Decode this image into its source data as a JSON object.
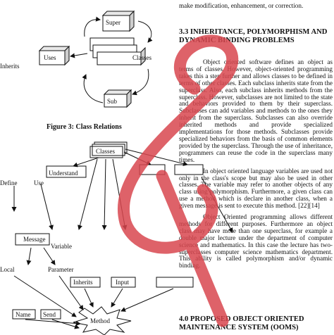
{
  "top_line": "make modification, enhancement, or correction.",
  "figure": {
    "caption": "Figure 3: Class Relations",
    "upper": {
      "super": "Super",
      "uses": "Uses",
      "classes": "Classes",
      "sub": "Sub",
      "inherits": "Inherits"
    },
    "lower": {
      "classes": "Classes",
      "understand": "Understand",
      "define": "Define",
      "use": "Use",
      "message": "Message",
      "variable": "Variable",
      "inherits": "Inherits",
      "input": "Input",
      "local": "Local",
      "parameter": "Parameter",
      "name": "Name",
      "send": "Send",
      "method": "Method"
    }
  },
  "section_33": {
    "heading": "3.3 INHERITANCE, POLYMORPHISM AND DYNAMIC BINDING PROBLEMS",
    "paragraphs": [
      "Object oriented software defines an object as terms of classes. However, object-oriented programming takes this a step further and allows classes to be defined in terms of other classes. Each subclass inherits state from the superclass. Also, each subclass inherits methods from the superclass. However, subclasses are not limited to the state and behaviors provided to them by their superclass. Subclasses can add variables and methods to the ones they inherit from the superclass. Subclasses can also override inherited methods and provide specialized implementations for those methods. Subclasses provide specialized behaviors from the basis of common elements provided by the superclass. Through the use of inheritance, programmers can reuse the code in the superclass many times.",
      "In object oriented language variables are used not only in the class's scope but may also be used in other classes. The variable may refer to another objects of any class using polymorphism. Furthermore, a given class can use a method which is declare in another class, when a given message is sent to execute this method. [22][14]",
      "Object Oriented programming allows different methods for different purposes. Furthermore an object class may have more than one superclass, for example a double major lecture under the department of computer science and mathematics. In this case the lecture has two-superclasses computer science mathematics department. This ability is called polymorphism and/or dynamic binding."
    ]
  },
  "section_40": {
    "heading": "4.0 PROPOSED OBJECT ORIENTED MAINTENANCE SYSTEM (OOMS)"
  },
  "colors": {
    "watermark": "#d9474f",
    "ink": "#111111"
  }
}
